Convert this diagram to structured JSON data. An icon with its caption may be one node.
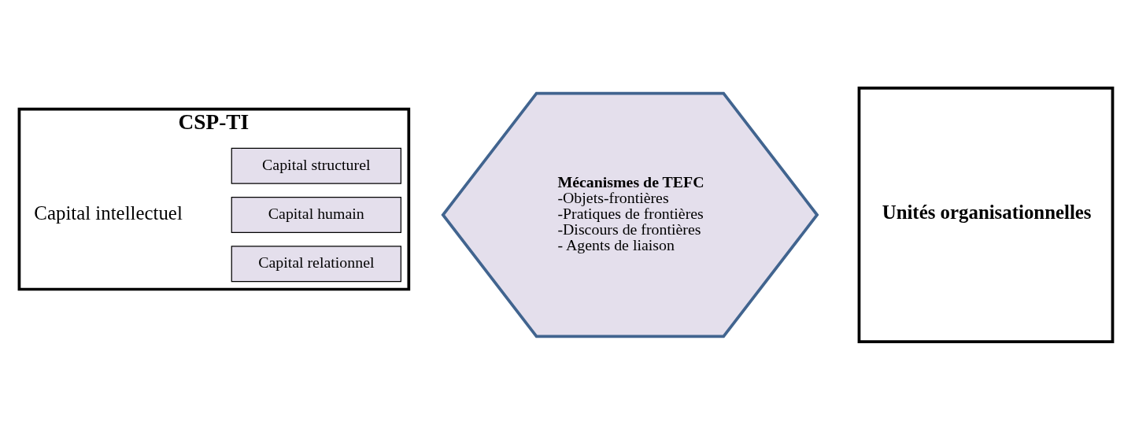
{
  "diagram": {
    "nodes": [
      {
        "text": [
          "CSP-TI"
        ]
      },
      {
        "text": [
          "Capital relationnel"
        ],
        "in": 0
      },
      {
        "text": [
          "Capital humain"
        ],
        "in": 0
      },
      {
        "text": [
          "Capital structurel"
        ],
        "in": 0
      },
      {
        "text": [
          "Mécanismes de TEFC",
          "-Objets-frontières",
          "-Pratiques de frontières",
          "-Discours de frontières",
          "- Agents de liaison"
        ]
      },
      {
        "text": [
          "Unités organisationnelles"
        ]
      }
    ],
    "labels": [
      "Capital intellectuel"
    ]
  }
}
